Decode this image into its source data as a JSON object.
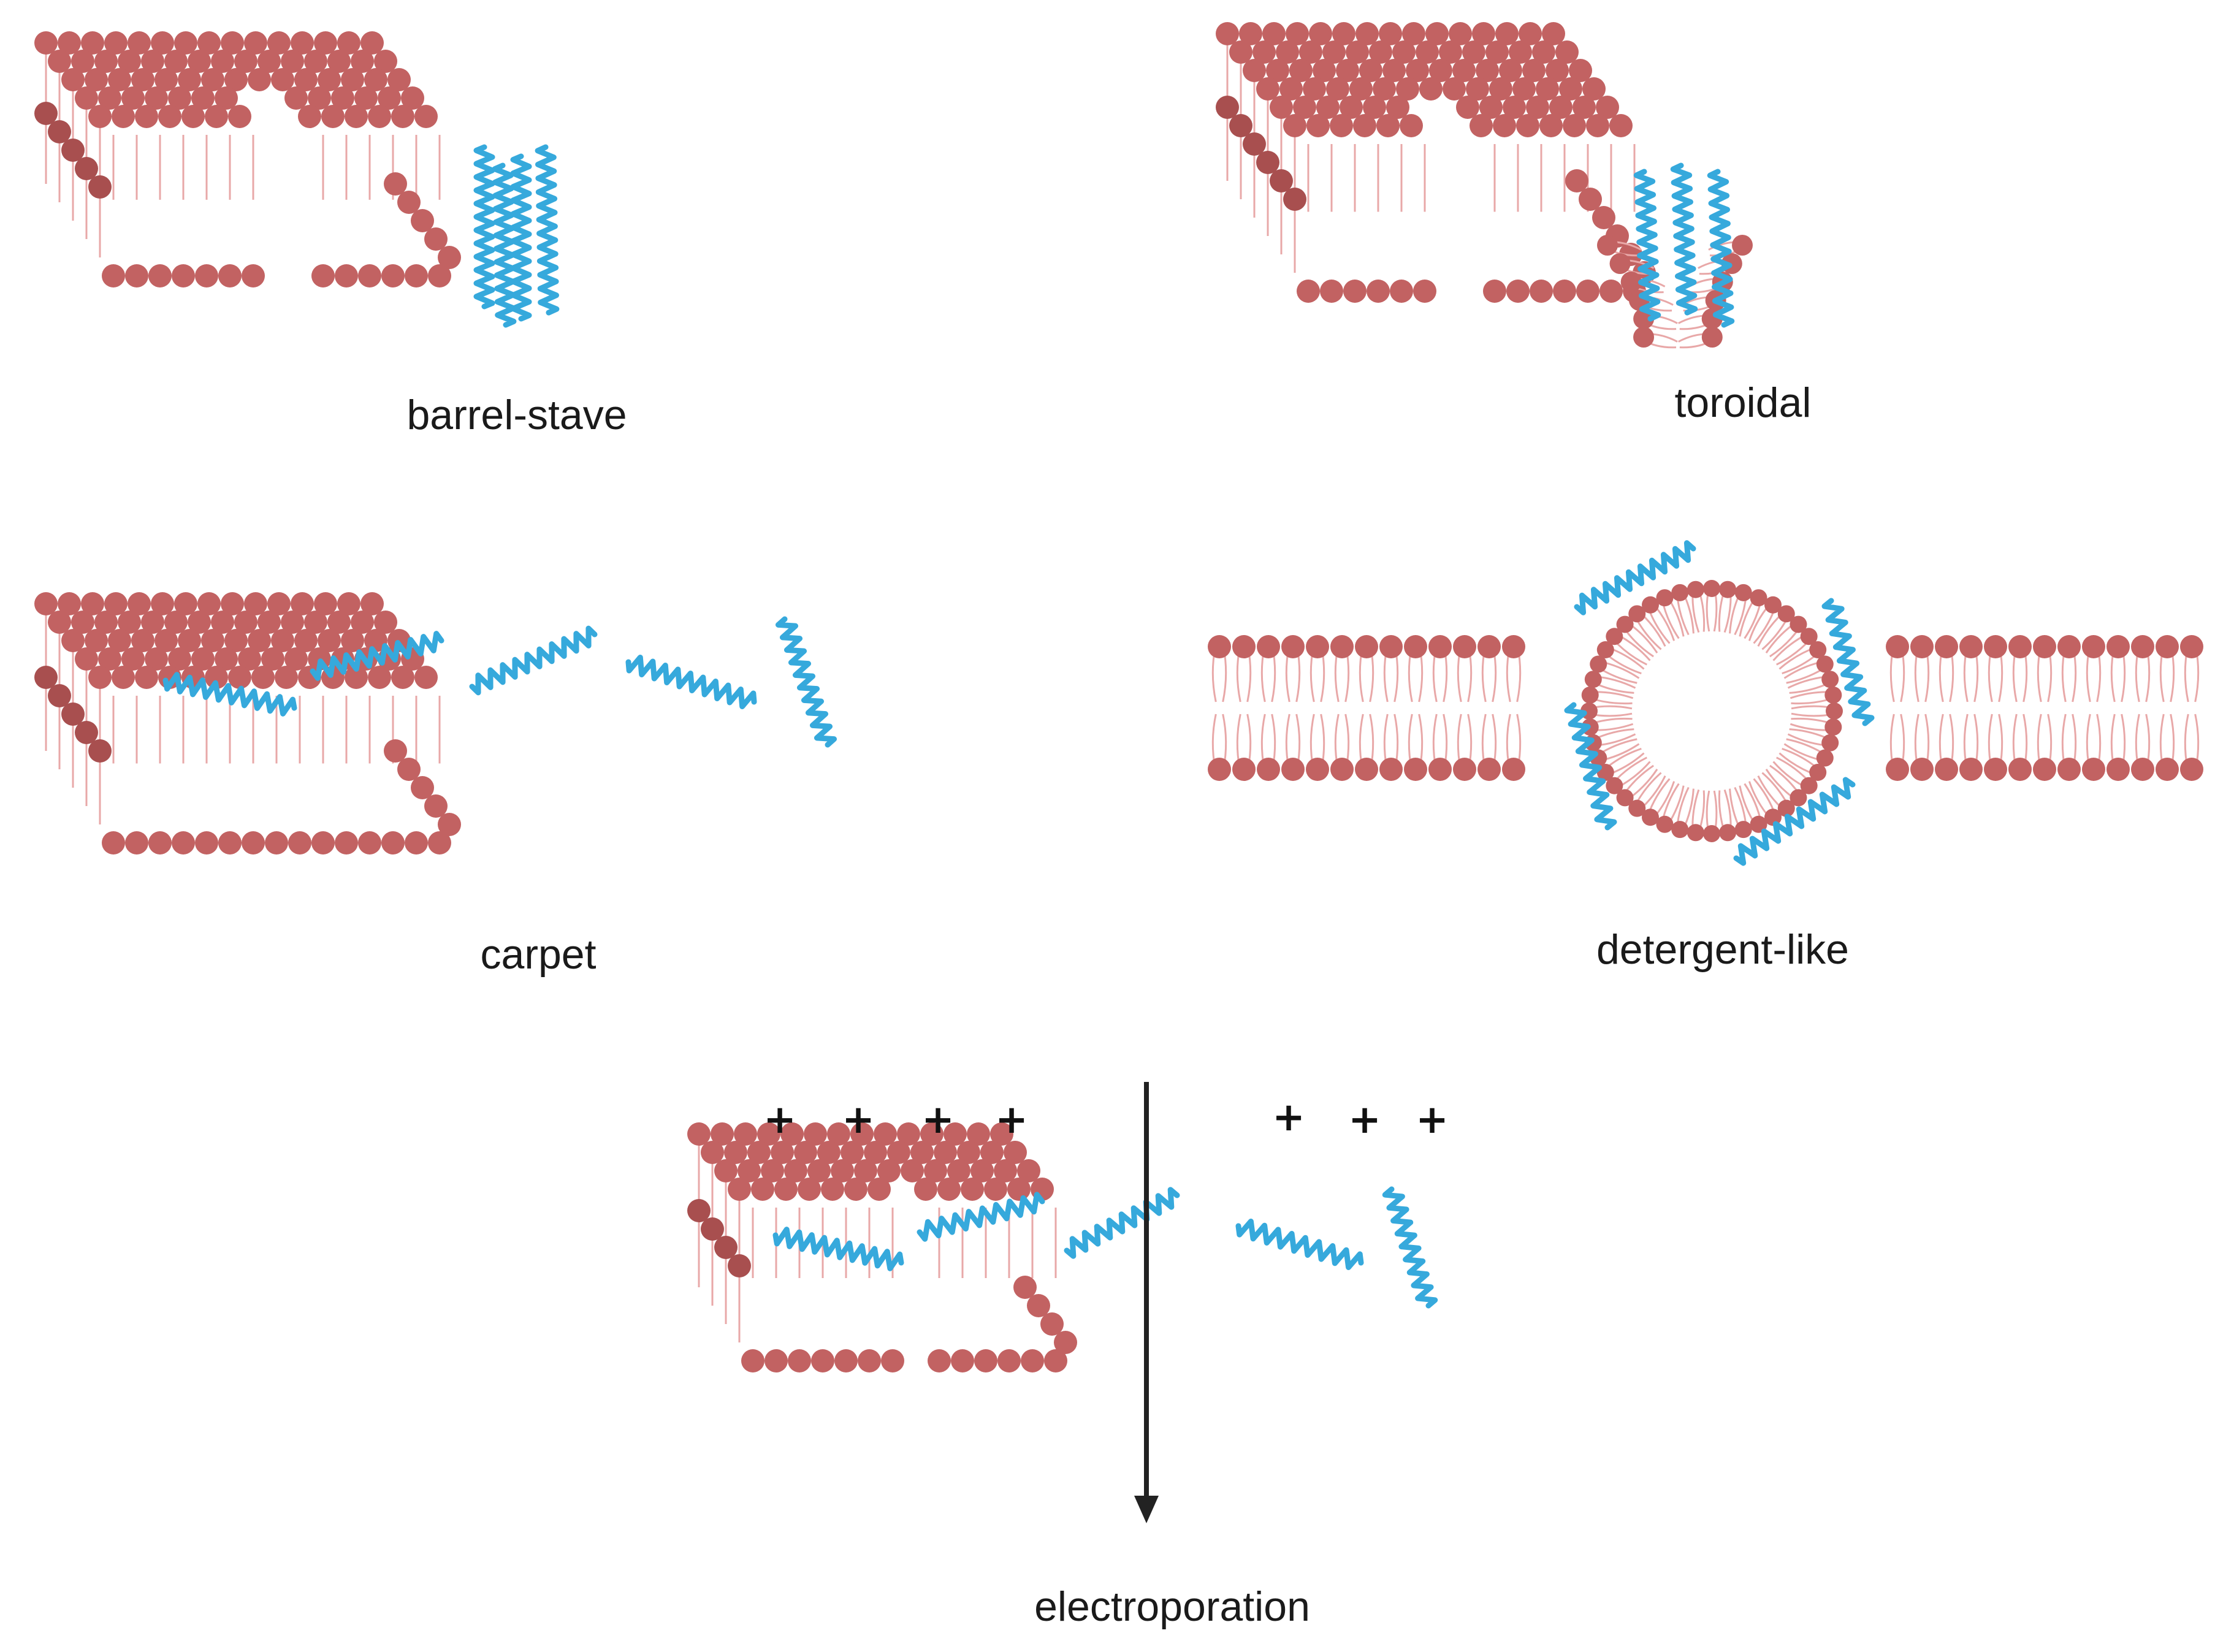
{
  "colors": {
    "lipid_head": "#c26262",
    "lipid_head_dark": "#a84f4f",
    "lipid_tail": "#e8a8a8",
    "peptide": "#36a9dc",
    "arrow": "#222222",
    "text": "#1a1a1a"
  },
  "panels": {
    "barrel_stave": {
      "caption": "barrel-stave",
      "icons": [
        "lipid-bilayer-slab",
        "pore-helix-bundle"
      ]
    },
    "toroidal": {
      "caption": "toroidal",
      "icons": [
        "lipid-bilayer-slab",
        "toroidal-pore",
        "pore-helix-bundle"
      ]
    },
    "carpet": {
      "caption": "carpet",
      "icons": [
        "lipid-bilayer-slab",
        "surface-helix"
      ]
    },
    "detergent_like": {
      "caption": "detergent-like",
      "icons": [
        "flat-bilayer",
        "micelle",
        "surface-helix"
      ]
    },
    "electroporation": {
      "caption": "electroporation",
      "charges": [
        "+",
        "+",
        "+",
        "+",
        "+",
        "+",
        "+"
      ],
      "icons": [
        "lipid-bilayer-slab",
        "field-arrow",
        "surface-helix"
      ]
    }
  }
}
